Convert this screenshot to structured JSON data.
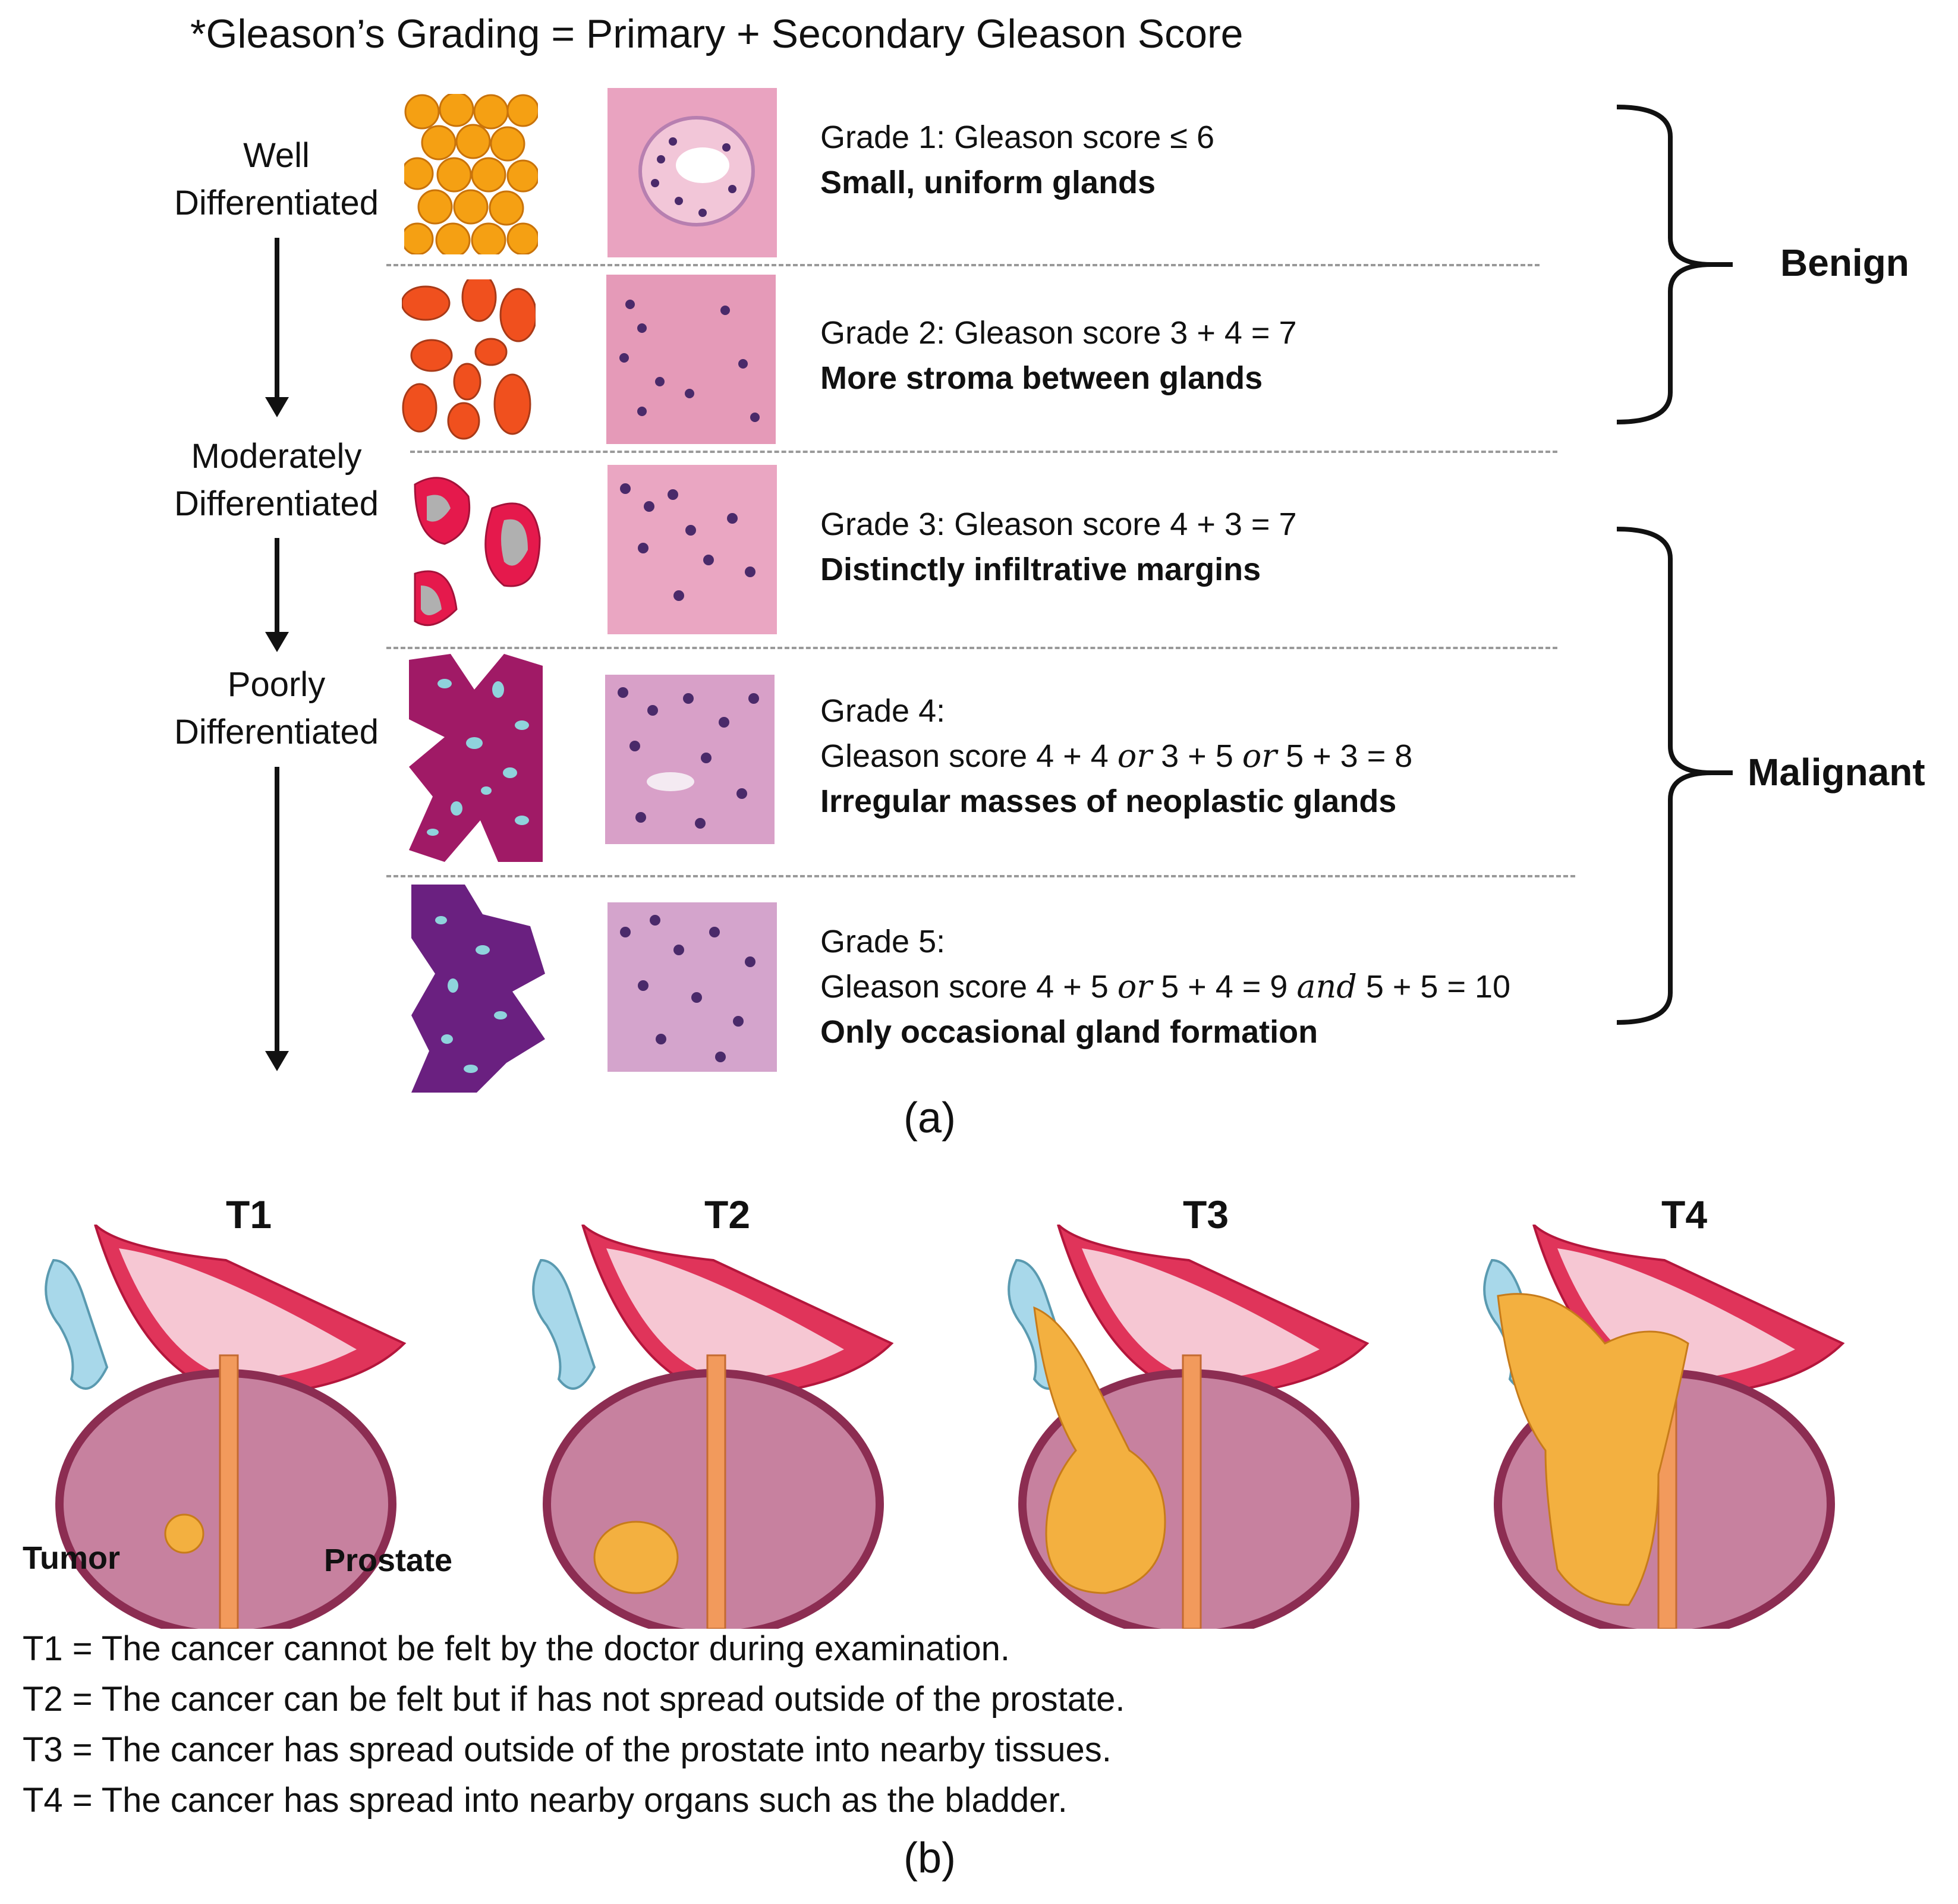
{
  "title": "*Gleason’s Grading = Primary + Secondary Gleason Score",
  "differentiation": [
    "Well",
    "Differentiated",
    "Moderately",
    "Differentiated",
    "Poorly",
    "Differentiated"
  ],
  "grades": [
    {
      "label": "Grade 1: Gleason score ≤ 6",
      "desc": "Small, uniform glands"
    },
    {
      "label": "Grade 2: Gleason score 3 + 4 = 7",
      "desc": "More stroma between glands"
    },
    {
      "label": "Grade 3: Gleason score 4 + 3 = 7",
      "desc": "Distinctly infiltrative margins"
    },
    {
      "label": "Grade 4:",
      "score_parts": [
        "Gleason score 4 + 4 ",
        "or",
        " 3 + 5 ",
        "or",
        " 5 + 3 = 8"
      ],
      "desc": "Irregular masses of neoplastic glands"
    },
    {
      "label": "Grade 5:",
      "score_parts": [
        "Gleason score 4 + 5 ",
        "or",
        " 5 + 4 = 9 ",
        "and",
        " 5 + 5 = 10"
      ],
      "desc": "Only occasional gland formation"
    }
  ],
  "classes": {
    "benign": "Benign",
    "malignant": "Malignant"
  },
  "panel_a": "(a)",
  "panel_b": "(b)",
  "stages": [
    "T1",
    "T2",
    "T3",
    "T4"
  ],
  "stage_labels": {
    "tumor": "Tumor",
    "prostate": "Prostate"
  },
  "legend": [
    "T1 = The cancer cannot be felt by the doctor during examination.",
    "T2 = The cancer can be felt but if has not spread outside of the prostate.",
    "T3 = The cancer has spread outside of the prostate into nearby tissues.",
    "T4 = The cancer has spread into nearby organs such as the bladder."
  ],
  "colors": {
    "grade1": "#f5a013",
    "grade2": "#f0501e",
    "grade3": "#e5194c",
    "grade4": "#a01a66",
    "grade5": "#6a2080",
    "gland_lumen": "#8fd3dc",
    "he_pink": "#e9a3c0",
    "he_nuclei": "#4a2a6a",
    "prostate": "#b25078",
    "bladder": "#e0345a",
    "tumor": "#f3b040",
    "seminal": "#a8d8ea"
  }
}
